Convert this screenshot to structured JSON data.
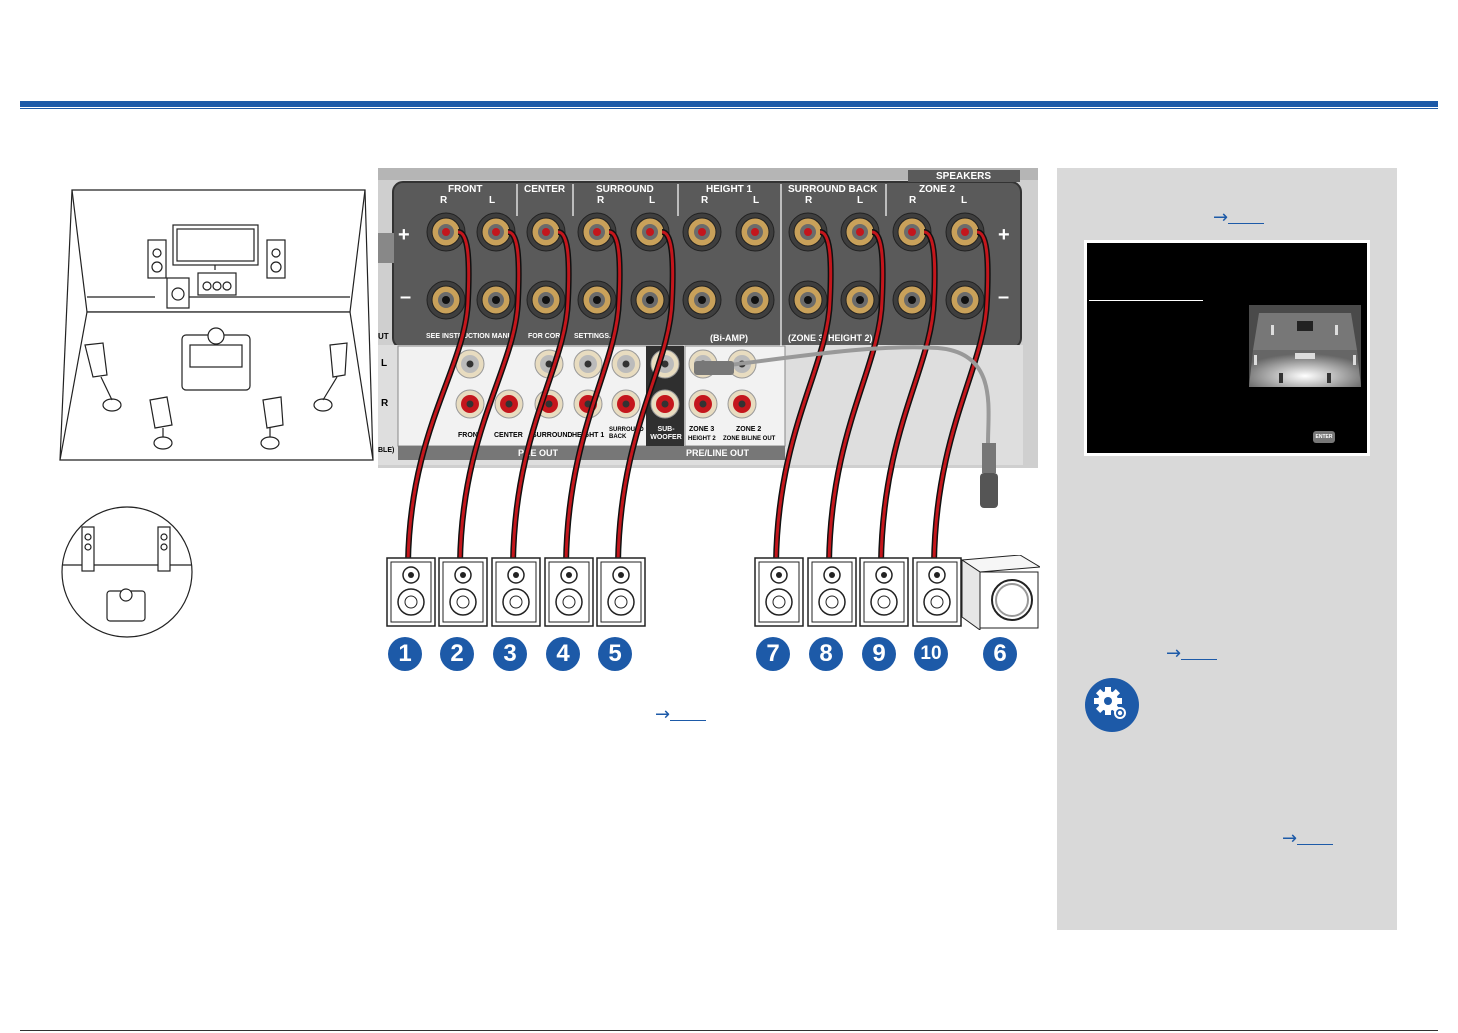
{
  "panel": {
    "top_labels": [
      "FRONT",
      "CENTER",
      "SURROUND",
      "HEIGHT 1",
      "SURROUND BACK",
      "ZONE 2"
    ],
    "speakers_label": "SPEAKERS",
    "rl_labels": [
      "R",
      "L",
      "R",
      "L",
      "R",
      "L",
      "R",
      "L",
      "R",
      "L"
    ],
    "plus": "+",
    "minus": "–",
    "notes": {
      "see": "SEE INSTRUCTION MANU",
      "for": "FOR CORR",
      "settings": "SETTINGS.",
      "biamp": "(Bi-AMP)",
      "zone3": "(ZONE 3)",
      "height2": "HEIGHT 2)"
    },
    "left_edge": {
      "ut": "UT",
      "ble": "BLE)",
      "L": "L",
      "R": "R"
    },
    "preout_cols": [
      "FRONT",
      "CENTER",
      "SURROUND",
      "HEIGHT 1",
      "SURROUND BACK"
    ],
    "preout_title": "PRE OUT",
    "subwoofer": "SUB-WOOFER",
    "zone3": "ZONE 3",
    "zone3_sub": "HEIGHT 2",
    "zone2": "ZONE 2",
    "zone2_sub": "ZONE B/LINE OUT",
    "preline_title": "PRE/LINE OUT"
  },
  "numbers": [
    "1",
    "2",
    "3",
    "4",
    "5",
    "7",
    "8",
    "9",
    "10",
    "6"
  ],
  "references": {
    "arrow": "→"
  },
  "screen": {
    "enter_button": "ENTER"
  },
  "colors": {
    "accent": "#1d5aa8",
    "sidebar": "#d9d9d9",
    "panel": "#555555",
    "cable_red": "#c4161c"
  },
  "icons": [
    "gear-settings-icon",
    "room-layout-illustration",
    "listening-position-illustration"
  ]
}
